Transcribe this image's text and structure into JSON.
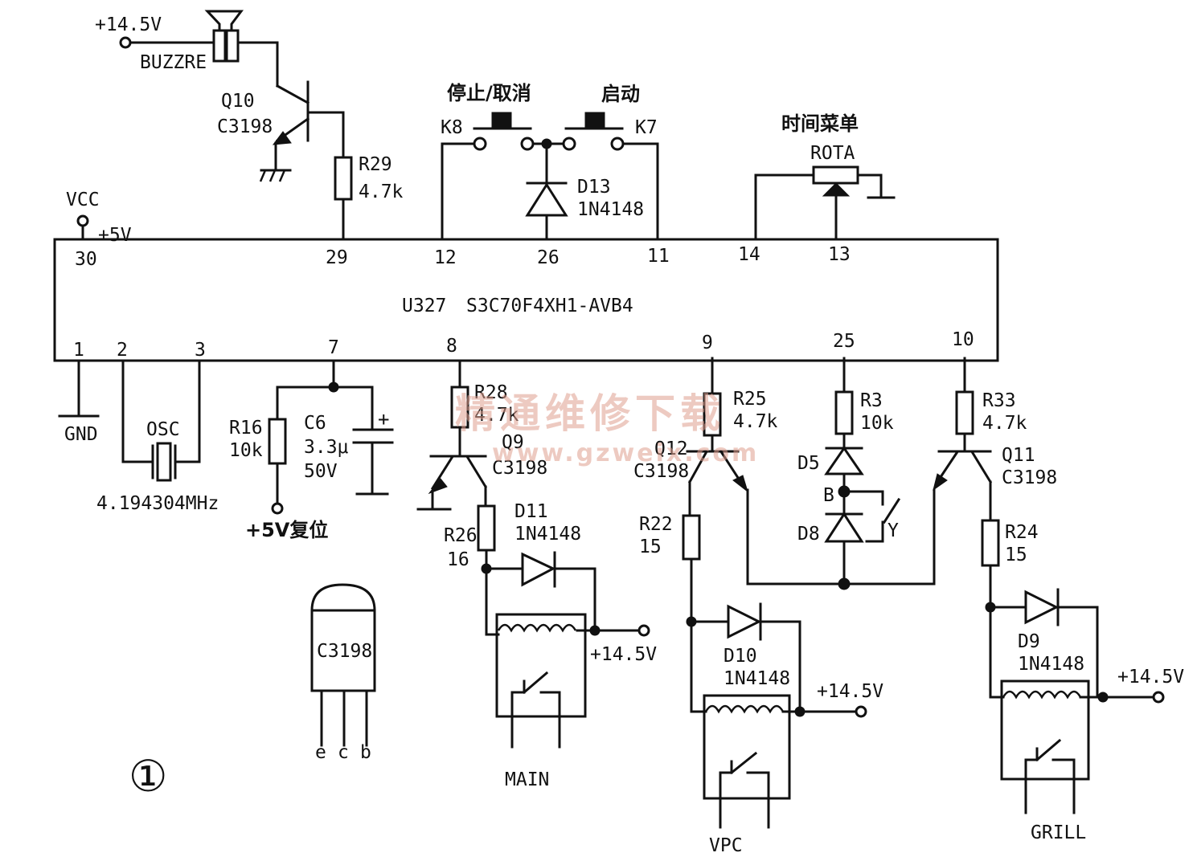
{
  "ic": {
    "ref": "U327",
    "part": "S3C70F4XH1-AVB4"
  },
  "power": {
    "vcc": "VCC",
    "plus5": "+5V",
    "plus145": "+14.5V",
    "gnd": "GND",
    "reset": "+5V复位"
  },
  "pins": {
    "p30": "30",
    "p29": "29",
    "p12": "12",
    "p26": "26",
    "p11": "11",
    "p14": "14",
    "p13": "13",
    "p1": "1",
    "p2": "2",
    "p3": "3",
    "p7": "7",
    "p8": "8",
    "p9": "9",
    "p25": "25",
    "p10": "10"
  },
  "buzzer": {
    "label": "BUZZRE",
    "q": "Q10",
    "q_part": "C3198"
  },
  "r29": {
    "ref": "R29",
    "val": "4.7k"
  },
  "keys": {
    "stop_label": "停止/取消",
    "start_label": "启动",
    "k8": "K8",
    "k7": "K7"
  },
  "d13": {
    "ref": "D13",
    "part": "1N4148"
  },
  "rota": {
    "label": "时间菜单",
    "ref": "ROTA"
  },
  "osc": {
    "ref": "OSC",
    "freq": "4.194304MHz"
  },
  "r16": {
    "ref": "R16",
    "val": "10k"
  },
  "c6": {
    "ref": "C6",
    "val1": "3.3μ",
    "val2": "50V",
    "plus": "+"
  },
  "r28": {
    "ref": "R28",
    "val": "4.7k"
  },
  "q9": {
    "ref": "Q9",
    "part": "C3198"
  },
  "r26": {
    "ref": "R26",
    "val": "16"
  },
  "d11": {
    "ref": "D11",
    "part": "1N4148"
  },
  "relay_main": "MAIN",
  "r25": {
    "ref": "R25",
    "val": "4.7k"
  },
  "q12": {
    "ref": "Q12",
    "part": "C3198"
  },
  "r22": {
    "ref": "R22",
    "val": "15"
  },
  "d10": {
    "ref": "D10",
    "part": "1N4148"
  },
  "relay_vpc": "VPC",
  "r3": {
    "ref": "R3",
    "val": "10k"
  },
  "d5": "D5",
  "d8": "D8",
  "node_b": "B",
  "node_y": "Y",
  "r33": {
    "ref": "R33",
    "val": "4.7k"
  },
  "q11": {
    "ref": "Q11",
    "part": "C3198"
  },
  "r24": {
    "ref": "R24",
    "val": "15"
  },
  "d9": {
    "ref": "D9",
    "part": "1N4148"
  },
  "relay_grill": "GRILL",
  "pkg": {
    "part": "C3198",
    "e": "e",
    "c": "c",
    "b": "b"
  },
  "fig": "①",
  "watermark": {
    "cn": "精通维修下载",
    "url": "www.gzweix.com"
  }
}
